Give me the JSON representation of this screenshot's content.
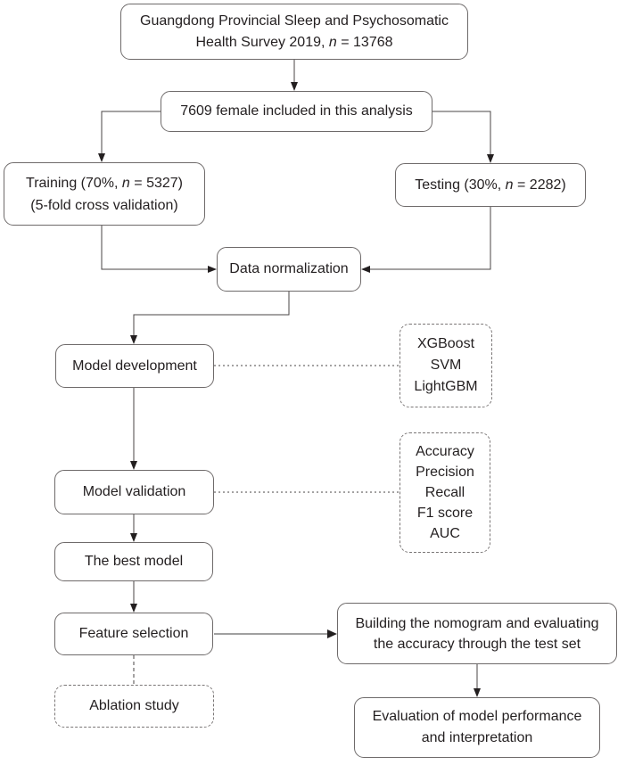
{
  "figure": {
    "background": "#ffffff",
    "box_border_color": "#6e6a6a",
    "line_color": "#4a4545",
    "arrowhead_color": "#231f20",
    "gray_arrow_color": "#a0a0a0",
    "text_color": "#231f20"
  },
  "boxes": {
    "survey": {
      "line1": "Guangdong Provincial Sleep and Psychosomatic",
      "line2_pre": "Health Survey 2019, ",
      "line2_n": "n",
      "line2_post": " = 13768"
    },
    "included": {
      "label": "7609 female included in this analysis"
    },
    "training": {
      "line1_pre": "Training (70%, ",
      "line1_n": "n",
      "line1_post": " = 5327)",
      "line2": "(5-fold cross validation)"
    },
    "testing": {
      "pre": "Testing (30%, ",
      "n": "n",
      "post": " = 2282)"
    },
    "normalization": {
      "label": "Data normalization"
    },
    "development": {
      "label": "Model development"
    },
    "models": {
      "items": [
        "XGBoost",
        "SVM",
        "LightGBM"
      ]
    },
    "validation": {
      "label": "Model validation"
    },
    "metrics": {
      "items": [
        "Accuracy",
        "Precision",
        "Recall",
        "F1 score",
        "AUC"
      ]
    },
    "best_model": {
      "label": "The best model"
    },
    "feature_selection": {
      "label": "Feature selection"
    },
    "ablation": {
      "label": "Ablation study"
    },
    "nomogram": {
      "line1": "Building the nomogram and evaluating",
      "line2": "the accuracy through the test set"
    },
    "evaluation": {
      "line1": "Evaluation of model performance",
      "line2": "and interpretation"
    }
  }
}
